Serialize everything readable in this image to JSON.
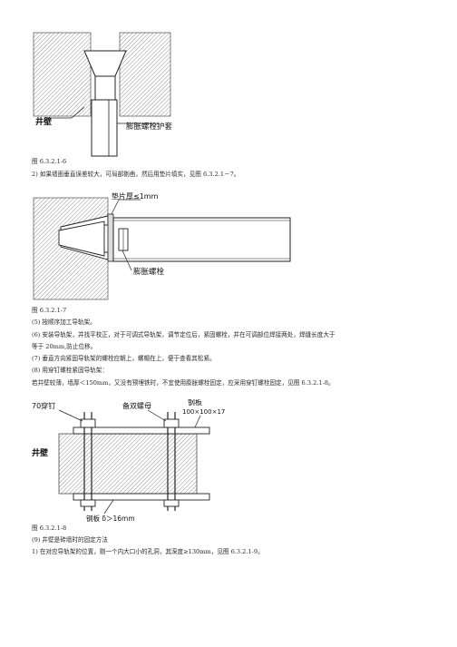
{
  "figure1": {
    "label_well": "井壁",
    "label_sleeve": "膨胀螺栓护套"
  },
  "caption1": "图 6.3.2.1-6",
  "para1": "2) 如果墙面垂直误差较大，可局部剔凿，然后用垫片填实，见图 6.3.2.1－7。",
  "figure2": {
    "label_shim": "垫片厚≤1mm",
    "label_bolt": "膨胀螺栓"
  },
  "caption2": "图 6.3.2.1-7",
  "list1": [
    "(5) 按顺序加工导轨架。",
    "(6) 安装导轨架，并找平校正，对于可调式导轨架，调节定位后，紧固螺栓，并在可调部位焊接两处，焊缝长度大于",
    "等于 20mm,防止位移。",
    "(7) 垂直方向紧固导轨架的螺栓应朝上，螺帽在上，便于查看其松紧。",
    "(8) 用穿钉螺栓紧固导轨架：",
    "若井壁较薄，墙厚＜150mm，又没有预埋铁时，不宜使用膨胀螺栓固定，应采用穿钉螺栓固定，见图 6.3.2.1-8。"
  ],
  "figure3": {
    "label_bolt": "70穿钉",
    "label_nut": "备双螺母",
    "label_plate_top": "钢板",
    "label_plate_top_size": "100×100×17",
    "label_well": "井壁",
    "label_plate_bottom": "钢板 δ＞16mm"
  },
  "caption3": "图 6.3.2.1-8",
  "para_end": [
    "(9) 井壁是砖墙时的固定方法",
    "1) 在对应导轨架的位置，剔一个内大口小的孔洞，其深度≥130mm，见图 6.3.2.1-9。"
  ]
}
